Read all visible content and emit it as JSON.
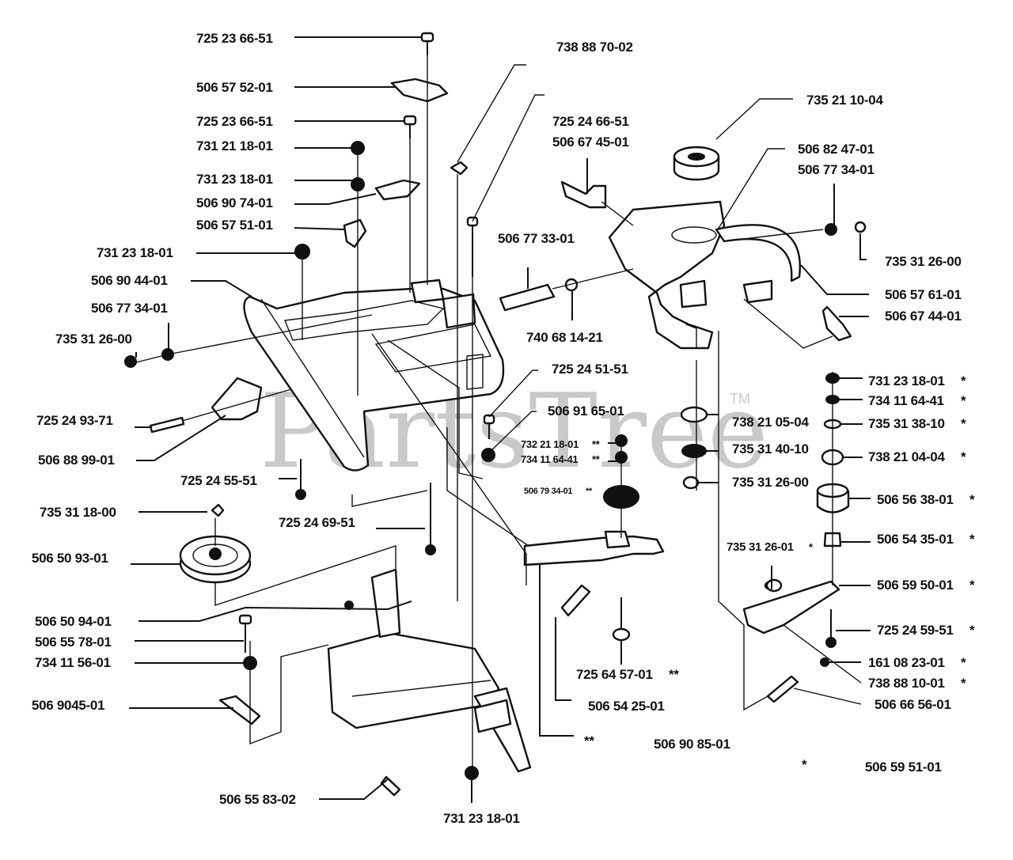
{
  "diagram": {
    "watermark": "PartsTree",
    "trademark": "TM",
    "callouts": [
      {
        "id": "c01",
        "part_number": "725 23 66-51"
      },
      {
        "id": "c02",
        "part_number": "506 57 52-01"
      },
      {
        "id": "c03",
        "part_number": "725 23 66-51"
      },
      {
        "id": "c04",
        "part_number": "731 21 18-01"
      },
      {
        "id": "c05",
        "part_number": "731 23 18-01"
      },
      {
        "id": "c06",
        "part_number": "506 90 74-01"
      },
      {
        "id": "c07",
        "part_number": "506 57 51-01"
      },
      {
        "id": "c08",
        "part_number": "731 23 18-01"
      },
      {
        "id": "c09",
        "part_number": "506 90 44-01"
      },
      {
        "id": "c10",
        "part_number": "506 77 34-01"
      },
      {
        "id": "c11",
        "part_number": "735 31 26-00"
      },
      {
        "id": "c12",
        "part_number": "725 24 93-71"
      },
      {
        "id": "c13",
        "part_number": "506 88 99-01"
      },
      {
        "id": "c14",
        "part_number": "725 24 55-51"
      },
      {
        "id": "c15",
        "part_number": "735 31 18-00"
      },
      {
        "id": "c16",
        "part_number": "725 24 69-51"
      },
      {
        "id": "c17",
        "part_number": "506 50 93-01"
      },
      {
        "id": "c18",
        "part_number": "506 50 94-01"
      },
      {
        "id": "c19",
        "part_number": "506 55 78-01"
      },
      {
        "id": "c20",
        "part_number": "734 11 56-01"
      },
      {
        "id": "c21",
        "part_number": "506 9045-01"
      },
      {
        "id": "c22",
        "part_number": "506 55 83-02"
      },
      {
        "id": "c23",
        "part_number": "731 23 18-01"
      },
      {
        "id": "c24",
        "part_number": "738 88 70-02"
      },
      {
        "id": "c25",
        "part_number": "725 24 66-51"
      },
      {
        "id": "c26",
        "part_number": "506 67 45-01"
      },
      {
        "id": "c27",
        "part_number": "506 77 33-01"
      },
      {
        "id": "c28",
        "part_number": "740 68 14-21"
      },
      {
        "id": "c29",
        "part_number": "725 24 51-51"
      },
      {
        "id": "c30",
        "part_number": "506 91 65-01"
      },
      {
        "id": "c31",
        "part_number": "732 21 18-01",
        "mark": "**"
      },
      {
        "id": "c32",
        "part_number": "734 11 64-41",
        "mark": "**"
      },
      {
        "id": "c33",
        "part_number": "506 79 34-01",
        "mark": "**"
      },
      {
        "id": "c34",
        "part_number": "725 64 57-01",
        "mark": "**"
      },
      {
        "id": "c35",
        "part_number": "506 54 25-01"
      },
      {
        "id": "c36",
        "part_number": "",
        "mark": "**"
      },
      {
        "id": "c37",
        "part_number": "506 90 85-01"
      },
      {
        "id": "c38",
        "part_number": "735 21 10-04"
      },
      {
        "id": "c39",
        "part_number": "506 82 47-01"
      },
      {
        "id": "c40",
        "part_number": "506 77 34-01"
      },
      {
        "id": "c41",
        "part_number": "735 31 26-00"
      },
      {
        "id": "c42",
        "part_number": "506 57 61-01"
      },
      {
        "id": "c43",
        "part_number": "506 67 44-01"
      },
      {
        "id": "c44",
        "part_number": "738 21 05-04"
      },
      {
        "id": "c45",
        "part_number": "735 31 40-10"
      },
      {
        "id": "c46",
        "part_number": "735 31 26-00"
      },
      {
        "id": "c47",
        "part_number": "731 23 18-01",
        "mark": "*"
      },
      {
        "id": "c48",
        "part_number": "734 11 64-41",
        "mark": "*"
      },
      {
        "id": "c49",
        "part_number": "735 31 38-10",
        "mark": "*"
      },
      {
        "id": "c50",
        "part_number": "738 21 04-04",
        "mark": "*"
      },
      {
        "id": "c51",
        "part_number": "506 56 38-01",
        "mark": "*"
      },
      {
        "id": "c52",
        "part_number": "735 31 26-01",
        "mark": "*"
      },
      {
        "id": "c53",
        "part_number": "506 54 35-01",
        "mark": "*"
      },
      {
        "id": "c54",
        "part_number": "506 59 50-01",
        "mark": "*"
      },
      {
        "id": "c55",
        "part_number": "725 24 59-51",
        "mark": "*"
      },
      {
        "id": "c56",
        "part_number": "161 08 23-01",
        "mark": "*"
      },
      {
        "id": "c57",
        "part_number": "738 88 10-01",
        "mark": "*"
      },
      {
        "id": "c58",
        "part_number": "506 66 56-01"
      }
    ],
    "footnote": {
      "mark": "*",
      "part_number": "506 59 51-01"
    }
  }
}
